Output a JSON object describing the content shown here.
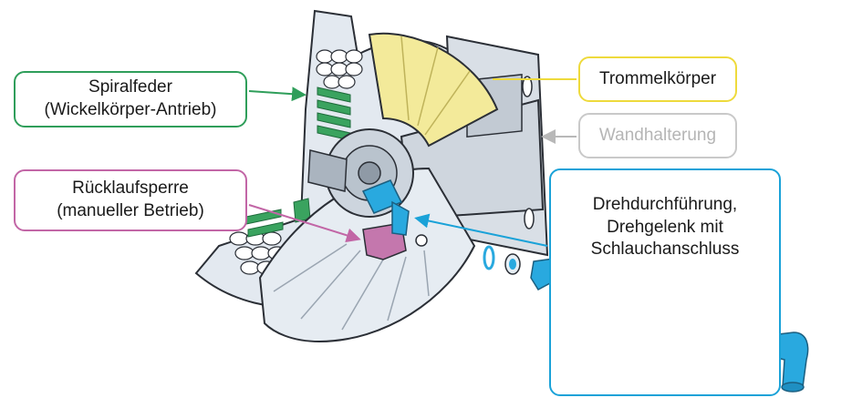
{
  "callouts": {
    "spring": {
      "line1": "Spiralfeder",
      "line2": "(Wickelkörper-Antrieb)",
      "color": "#2f9e5a"
    },
    "drum": {
      "line1": "Trommelkörper",
      "color": "#eeda3c"
    },
    "wall": {
      "line1": "Wandhalterung",
      "color": "#c9c9c9"
    },
    "ratchet": {
      "line1": "Rücklaufsperre",
      "line2": "(manueller Betrieb)",
      "color": "#c266a6"
    },
    "swivel": {
      "line1": "Drehdurchführung,",
      "line2": "Drehgelenk mit",
      "line3": "Schlauchanschluss",
      "color": "#1aa2d8"
    }
  },
  "colors": {
    "housing": "#dfe6ee",
    "outline": "#2b2f36",
    "spring_green": "#3aa35f",
    "drum_yellow": "#f3ea9a",
    "swivel_blue": "#29a9df",
    "ratchet_pink": "#c477ad"
  }
}
